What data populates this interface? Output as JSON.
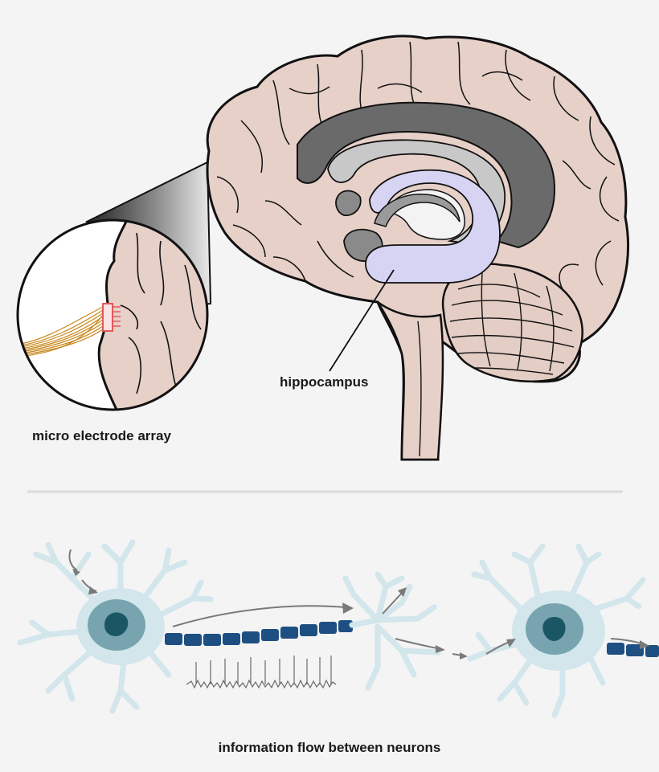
{
  "labels": {
    "micro_electrode_array": "micro electrode array",
    "hippocampus": "hippocampus",
    "information_flow": "information flow between neurons"
  },
  "colors": {
    "background": "#f4f4f4",
    "brain_tissue": "#e6d0c8",
    "outline": "#1a1a1a",
    "ventricle_dark": "#6a6a6a",
    "ventricle_light": "#c8c8c8",
    "hippocampus": "#d6d4f2",
    "electrode_wires": "#c8861a",
    "electrode_array": "#e05a5a",
    "neuron_body": "#d2e6ec",
    "neuron_nucleus": "#77a4ae",
    "neuron_core": "#1b5664",
    "axon_myelin": "#1e4f82",
    "divider": "#d9d9d9",
    "arrow": "#7a7a7a"
  },
  "icons": [
    "brain-illustration",
    "magnifier-inset",
    "electrode-array-icon",
    "neuron-icon",
    "flow-arrow-icon",
    "spike-train-icon"
  ]
}
